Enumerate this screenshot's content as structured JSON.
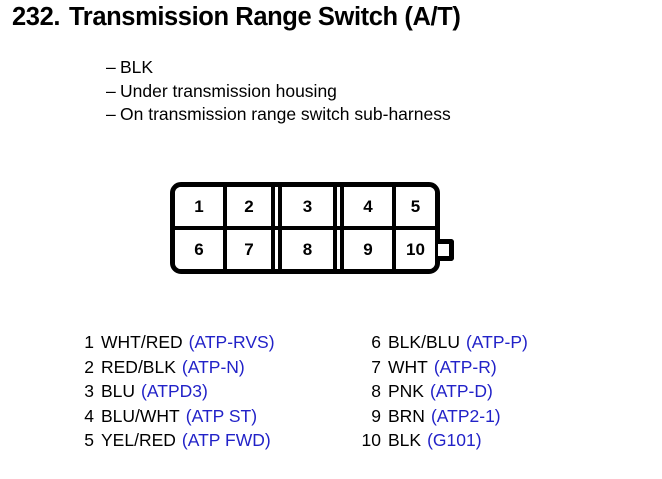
{
  "header": {
    "number": "232.",
    "title": "Transmission Range Switch (A/T)",
    "bullets": [
      {
        "dash": "–",
        "text": "BLK"
      },
      {
        "dash": "–",
        "text": "Under transmission housing"
      },
      {
        "dash": "–",
        "text": "On transmission range switch sub-harness"
      }
    ]
  },
  "connector": {
    "name": "10-pin connector",
    "rows": [
      {
        "row": "top",
        "pins": [
          "1",
          "2",
          "3",
          "4",
          "5"
        ]
      },
      {
        "row": "bottom",
        "pins": [
          "6",
          "7",
          "8",
          "9",
          "10"
        ]
      }
    ],
    "latch": "latch-tab"
  },
  "legend": {
    "signal_color": "#2222c8",
    "left": [
      {
        "pin": "1",
        "wire": "WHT/RED",
        "signal": "(ATP-RVS)"
      },
      {
        "pin": "2",
        "wire": "RED/BLK",
        "signal": "(ATP-N)"
      },
      {
        "pin": "3",
        "wire": "BLU",
        "signal": "(ATPD3)"
      },
      {
        "pin": "4",
        "wire": "BLU/WHT",
        "signal": "(ATP ST)"
      },
      {
        "pin": "5",
        "wire": "YEL/RED",
        "signal": "(ATP FWD)"
      }
    ],
    "right": [
      {
        "pin": "6",
        "wire": "BLK/BLU",
        "signal": "(ATP-P)"
      },
      {
        "pin": "7",
        "wire": "WHT",
        "signal": "(ATP-R)"
      },
      {
        "pin": "8",
        "wire": "PNK",
        "signal": "(ATP-D)"
      },
      {
        "pin": "9",
        "wire": "BRN",
        "signal": "(ATP2-1)"
      },
      {
        "pin": "10",
        "wire": "BLK",
        "signal": "(G101)"
      }
    ]
  }
}
